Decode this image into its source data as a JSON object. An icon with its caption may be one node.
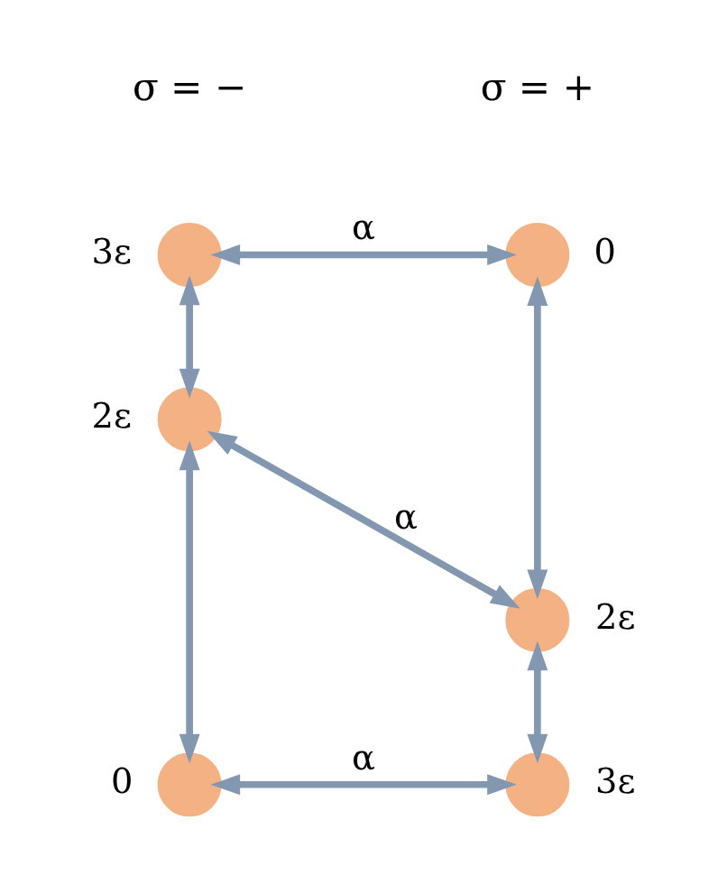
{
  "diagram": {
    "nodes": [
      {
        "text": [],
        "shape": "circle",
        "beside": [
          "3ε"
        ]
      },
      {
        "text": [],
        "shape": "circle",
        "beside": [
          "0"
        ]
      },
      {
        "text": [],
        "shape": "circle",
        "beside": [
          "2ε"
        ]
      },
      {
        "text": [],
        "shape": "circle",
        "beside": [
          "2ε"
        ]
      },
      {
        "text": [],
        "shape": "circle",
        "beside": [
          "0"
        ]
      },
      {
        "text": [],
        "shape": "circle",
        "beside": [
          "3ε"
        ]
      }
    ],
    "edges": [
      {
        "from": 0,
        "to": 1,
        "arrow": "both",
        "label": "α"
      },
      {
        "from": 0,
        "to": 2,
        "arrow": "both"
      },
      {
        "from": 1,
        "to": 3,
        "arrow": "both"
      },
      {
        "from": 2,
        "to": 3,
        "arrow": "both",
        "label": "α"
      },
      {
        "from": 2,
        "to": 4,
        "arrow": "both"
      },
      {
        "from": 3,
        "to": 5,
        "arrow": "both"
      },
      {
        "from": 4,
        "to": 5,
        "arrow": "both",
        "label": "α"
      }
    ],
    "labels": [
      "σ = −",
      "σ = +"
    ]
  }
}
